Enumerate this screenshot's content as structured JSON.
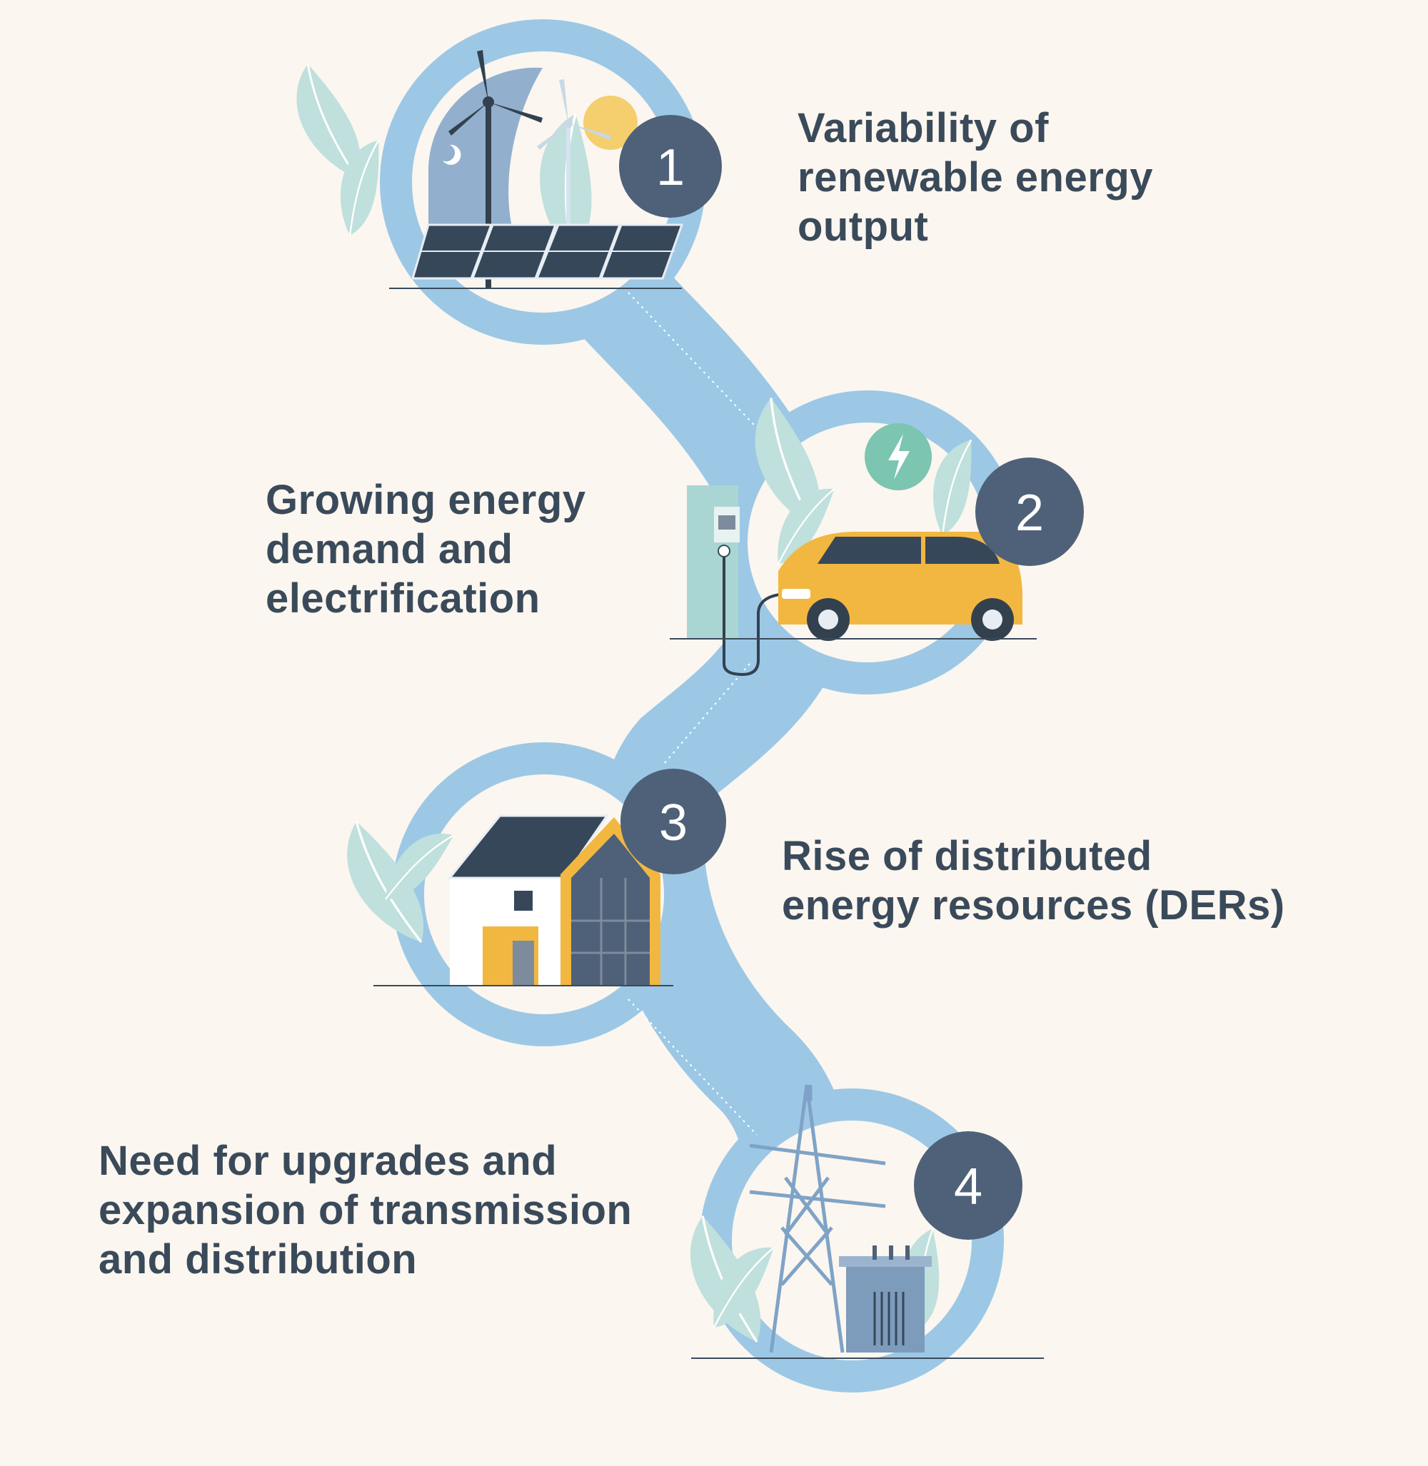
{
  "steps": [
    {
      "number": "1",
      "lines": [
        "Variability of",
        "renewable energy",
        "output"
      ]
    },
    {
      "number": "2",
      "lines": [
        "Growing energy",
        "demand and",
        "electrification"
      ]
    },
    {
      "number": "3",
      "lines": [
        "Rise of distributed",
        "energy resources (DERs)"
      ]
    },
    {
      "number": "4",
      "lines": [
        "Need for upgrades and",
        "expansion of transmission",
        "and distribution"
      ]
    }
  ],
  "colors": {
    "background": "#fbf6ef",
    "path": "#9cc8e6",
    "badge": "#4e6178",
    "text": "#3a4a5a",
    "leaf": "#bfe0dc",
    "car": "#f2b740",
    "panel": "#36475a",
    "bolt_circle": "#7cc5b0"
  },
  "icons": [
    "wind-turbine-icon",
    "solar-panel-icon",
    "sun-icon",
    "moon-icon",
    "ev-charger-icon",
    "car-icon",
    "lightning-icon",
    "house-icon",
    "transmission-tower-icon",
    "transformer-icon"
  ]
}
